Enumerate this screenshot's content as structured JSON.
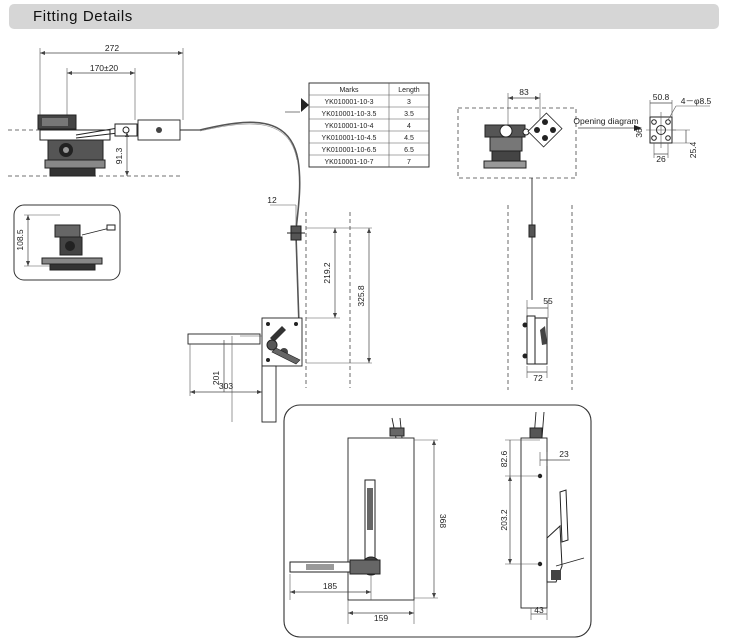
{
  "header": {
    "title": "Fitting Details"
  },
  "table": {
    "headers": [
      "Marks",
      "Length"
    ],
    "rows": [
      [
        "YK010001-10-3",
        "3"
      ],
      [
        "YK010001-10-3.5",
        "3.5"
      ],
      [
        "YK010001-10-4",
        "4"
      ],
      [
        "YK010001-10-4.5",
        "4.5"
      ],
      [
        "YK010001-10-6.5",
        "6.5"
      ],
      [
        "YK010001-10-7",
        "7"
      ]
    ]
  },
  "dimensions": {
    "d272": "272",
    "d170": "170±20",
    "d91_3": "91.3",
    "d108_5": "108.5",
    "d12": "12",
    "d219_2": "219.2",
    "d325_8": "325.8",
    "d201": "201",
    "d303": "303",
    "d83": "83",
    "d50_8": "50.8",
    "d4phi": "4－φ8.5",
    "d36": "36",
    "d26": "26",
    "d25_4": "25.4",
    "d55": "55",
    "d72": "72",
    "d368": "368",
    "d185": "185",
    "d159": "159",
    "d82_6": "82.6",
    "d23": "23",
    "d203_2": "203.2",
    "d43": "43"
  },
  "labels": {
    "opening_diagram": "Opening diagram"
  }
}
